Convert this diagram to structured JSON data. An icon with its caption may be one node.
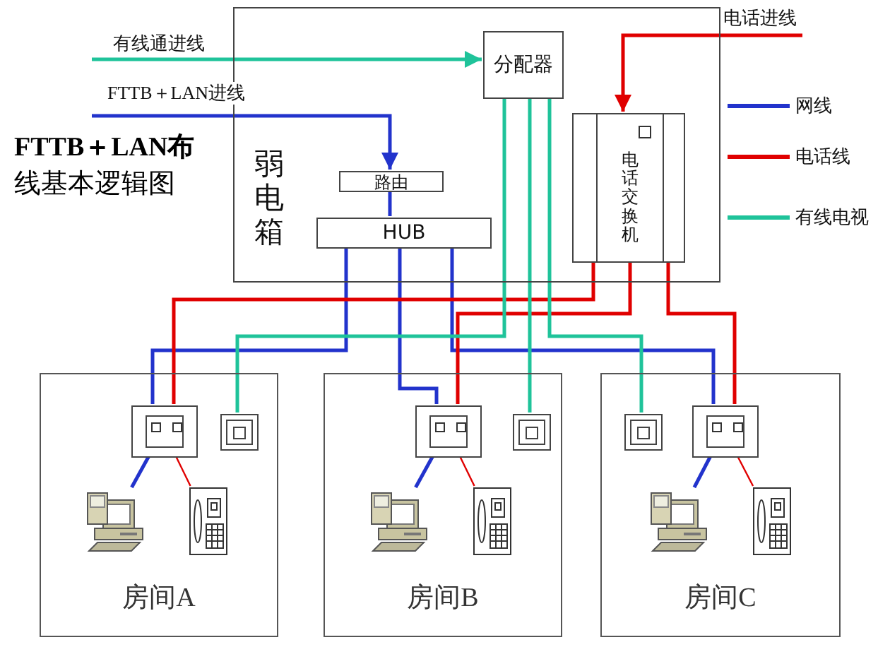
{
  "diagram": {
    "title": "**FTTB＋LAN布**线基本逻辑图",
    "nodes": [
      {
        "text": [
          "弱电箱"
        ]
      },
      {
        "text": [
          "分配器"
        ],
        "in": 0
      },
      {
        "text": [
          "路由"
        ],
        "in": 0
      },
      {
        "text": [
          "HUB"
        ],
        "in": 0
      },
      {
        "text": [
          "电话交换机"
        ],
        "in": 0
      },
      {
        "text": [
          "房间A"
        ]
      },
      {
        "text": [],
        "shape": "box",
        "in": 5
      },
      {
        "text": [],
        "shape": "box",
        "in": 5
      },
      {
        "text": [],
        "shape": "picture",
        "in": 5
      },
      {
        "text": [],
        "shape": "picture",
        "in": 5
      },
      {
        "text": [
          "房间B"
        ]
      },
      {
        "text": [],
        "shape": "box",
        "in": 10
      },
      {
        "text": [],
        "shape": "box",
        "in": 10
      },
      {
        "text": [],
        "shape": "picture",
        "in": 10
      },
      {
        "text": [],
        "shape": "picture",
        "in": 10
      },
      {
        "text": [
          "房间C"
        ]
      },
      {
        "text": [],
        "shape": "box",
        "in": 15
      },
      {
        "text": [],
        "shape": "box",
        "in": 15
      },
      {
        "text": [],
        "shape": "picture",
        "in": 15
      },
      {
        "text": [],
        "shape": "picture",
        "in": 15
      }
    ],
    "edges": [
      {
        "from": null,
        "to": 1,
        "arrow": "to",
        "label": "有线通进线",
        "color": "#1fc39a"
      },
      {
        "from": null,
        "to": 2,
        "arrow": "to",
        "label": "FTTB＋LAN进线"
      },
      {
        "from": null,
        "to": 4,
        "arrow": "to",
        "label": "电话进线",
        "color": "#e00000"
      },
      {
        "from": 2,
        "to": 3,
        "arrow": "none"
      },
      {
        "from": 3,
        "to": 6,
        "arrow": "none"
      },
      {
        "from": 3,
        "to": 11,
        "arrow": "none"
      },
      {
        "from": 3,
        "to": 17,
        "arrow": "none"
      },
      {
        "from": 4,
        "to": 6,
        "arrow": "none",
        "color": "#e00000"
      },
      {
        "from": 4,
        "to": 11,
        "arrow": "none",
        "color": "#e00000"
      },
      {
        "from": 4,
        "to": 17,
        "arrow": "none",
        "color": "#e00000"
      },
      {
        "from": 1,
        "to": 7,
        "arrow": "none",
        "color": "#1fc39a"
      },
      {
        "from": 1,
        "to": 12,
        "arrow": "none",
        "color": "#1fc39a"
      },
      {
        "from": 1,
        "to": 16,
        "arrow": "none",
        "color": "#1fc39a"
      },
      {
        "from": 6,
        "to": 8,
        "arrow": "none"
      },
      {
        "from": 6,
        "to": 9,
        "arrow": "none",
        "color": "#e00000"
      },
      {
        "from": 11,
        "to": 13,
        "arrow": "none"
      },
      {
        "from": 11,
        "to": 14,
        "arrow": "none",
        "color": "#e00000"
      },
      {
        "from": 17,
        "to": 18,
        "arrow": "none"
      },
      {
        "from": 17,
        "to": 19,
        "arrow": "none",
        "color": "#e00000"
      }
    ],
    "legend": [
      {
        "text": "网线",
        "color": "#2233cc"
      },
      {
        "text": "电话线",
        "color": "#e00000"
      },
      {
        "text": "有线电视",
        "color": "#1fc39a"
      }
    ]
  }
}
